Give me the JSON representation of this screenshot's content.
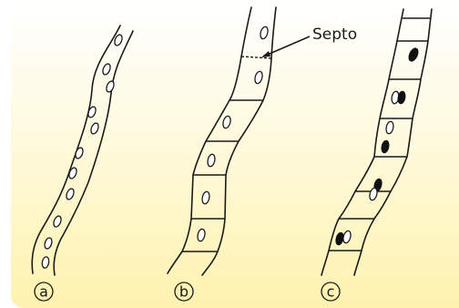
{
  "callout": {
    "label": "Septo"
  },
  "panels": [
    {
      "label": "a"
    },
    {
      "label": "b"
    },
    {
      "label": "c"
    }
  ],
  "colors": {
    "background_bottom": "#FFF2AF",
    "line": "#1A1A1A",
    "nucleus_fill": "#111111"
  }
}
